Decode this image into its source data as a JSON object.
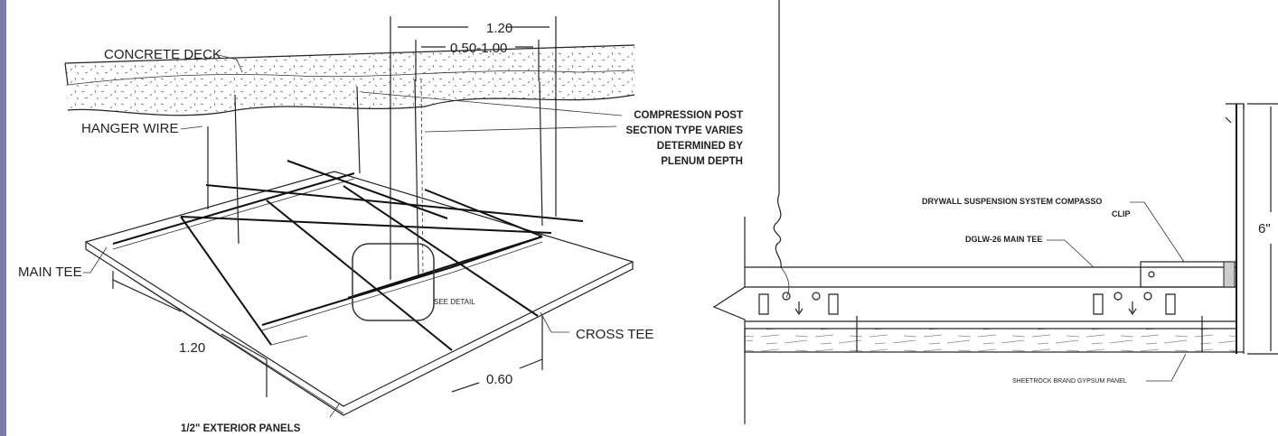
{
  "left_figure": {
    "labels": {
      "concrete_deck": "CONCRETE DECK",
      "hanger_wire": "HANGER WIRE",
      "main_tee": "MAIN TEE",
      "cross_tee": "CROSS TEE",
      "see_detail": "SEE DETAIL",
      "exterior_panels": "1/2\" EXTERIOR PANELS",
      "compression_post_1": "COMPRESSION POST",
      "compression_post_2": "SECTION TYPE VARIES",
      "compression_post_3": "DETERMINED BY",
      "compression_post_4": "PLENUM DEPTH"
    },
    "dimensions": {
      "top_span": "1.20",
      "top_range": "0.50-1.00",
      "left_span": "1.20",
      "right_span": "0.60"
    }
  },
  "right_figure": {
    "labels": {
      "compasso_1": "DRYWALL SUSPENSION SYSTEM COMPASSO",
      "compasso_2": "CLIP",
      "main_tee": "DGLW-26 MAIN TEE",
      "gypsum_panel": "SHEETROCK BRAND GYPSUM PANEL"
    },
    "dimensions": {
      "height": "6\""
    }
  }
}
